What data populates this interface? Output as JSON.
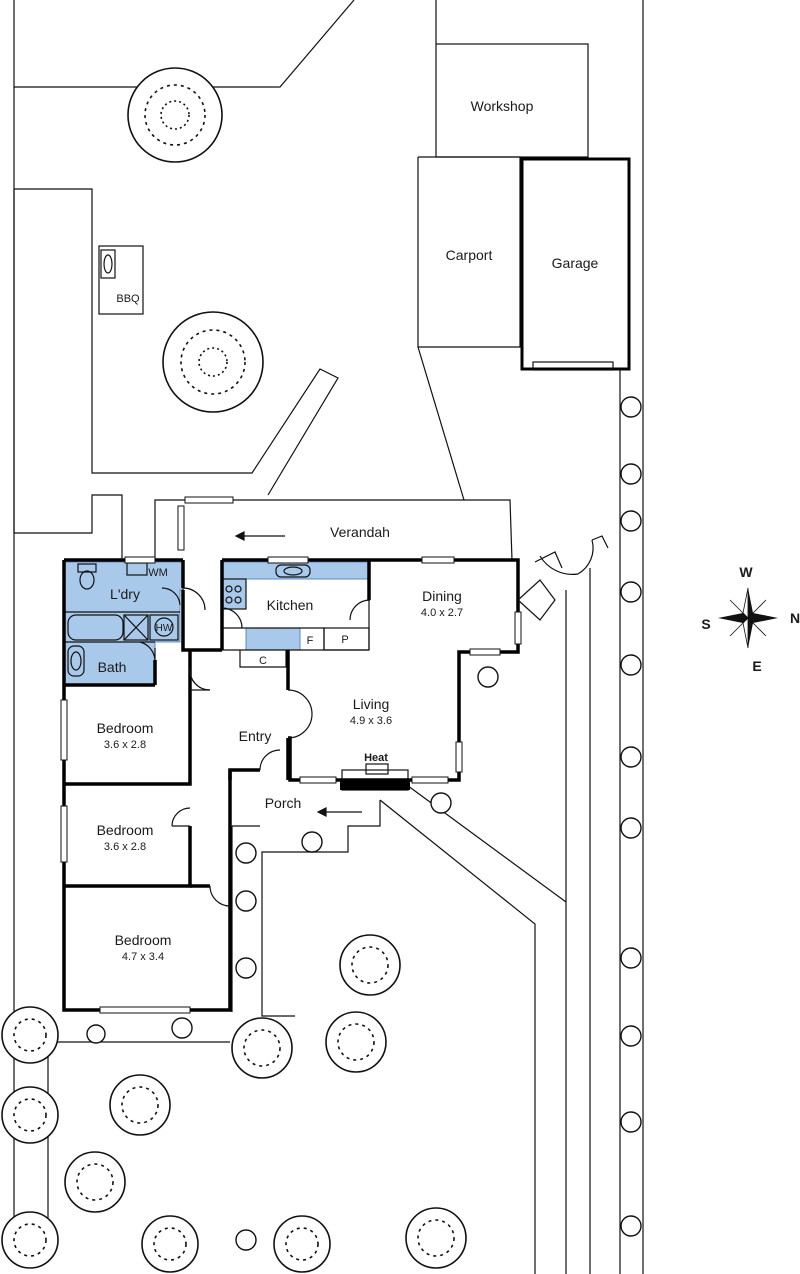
{
  "rooms": {
    "workshop": {
      "name": "Workshop"
    },
    "carport": {
      "name": "Carport"
    },
    "garage": {
      "name": "Garage"
    },
    "bbq": {
      "name": "BBQ"
    },
    "verandah": {
      "name": "Verandah"
    },
    "laundry": {
      "name": "L'dry"
    },
    "wm": {
      "name": "WM"
    },
    "hw": {
      "name": "HW"
    },
    "bath": {
      "name": "Bath"
    },
    "kitchen": {
      "name": "Kitchen"
    },
    "fridge": {
      "name": "F"
    },
    "pantry": {
      "name": "P"
    },
    "cupboard": {
      "name": "C"
    },
    "dining": {
      "name": "Dining",
      "size": "4.0 x 2.7"
    },
    "living": {
      "name": "Living",
      "size": "4.9 x 3.6"
    },
    "heat": {
      "name": "Heat"
    },
    "entry": {
      "name": "Entry"
    },
    "porch": {
      "name": "Porch"
    },
    "bedroom1": {
      "name": "Bedroom",
      "size": "3.6 x 2.8"
    },
    "bedroom2": {
      "name": "Bedroom",
      "size": "3.6 x 2.8"
    },
    "bedroom3": {
      "name": "Bedroom",
      "size": "4.7 x 3.4"
    }
  },
  "compass": {
    "west": "W",
    "north": "N",
    "south": "S",
    "east": "E"
  },
  "colors": {
    "wet_area": "#a9c9ea",
    "wet_area_stroke": "#5b8cc2",
    "wall": "#000000",
    "line": "#111111"
  }
}
